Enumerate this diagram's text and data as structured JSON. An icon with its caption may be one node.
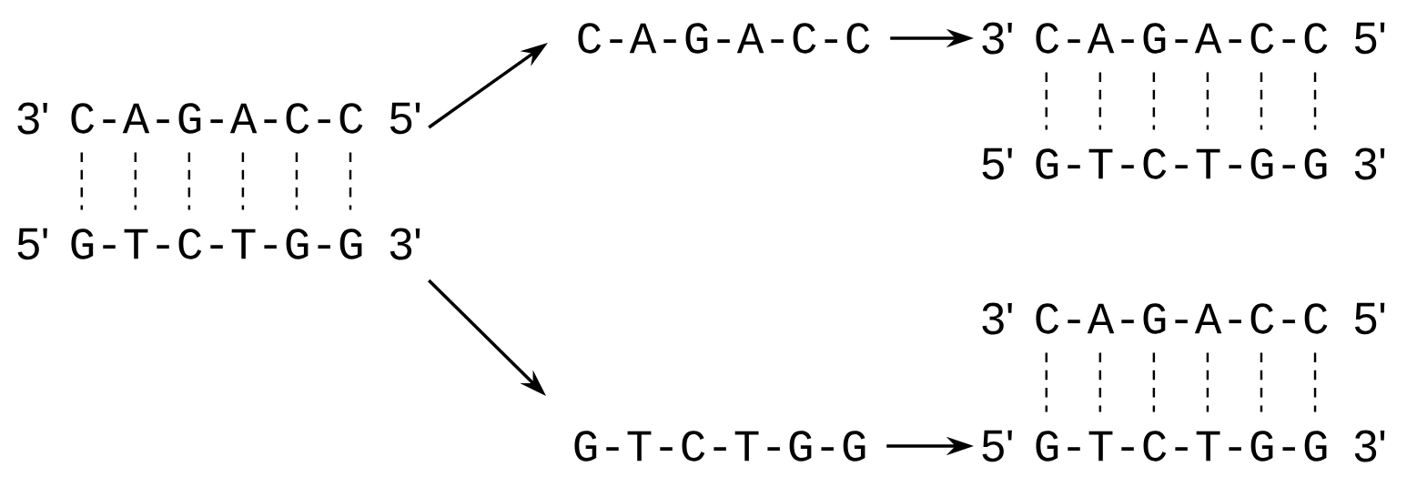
{
  "diagram": {
    "nodes": [
      {
        "text": [
          "C-A-G-A-C-C"
        ],
        "beside": [
          "3'",
          "5'"
        ]
      },
      {
        "text": [
          "G-T-C-T-G-G"
        ],
        "beside": [
          "5'",
          "3'"
        ]
      },
      {
        "text": [
          "C-A-G-A-C-C"
        ]
      },
      {
        "text": [
          "G-T-C-T-G-G"
        ]
      },
      {
        "text": [
          "C-A-G-A-C-C"
        ],
        "beside": [
          "3'",
          "5'"
        ]
      },
      {
        "text": [
          "G-T-C-T-G-G"
        ],
        "beside": [
          "5'",
          "3'"
        ]
      },
      {
        "text": [
          "C-A-G-A-C-C"
        ],
        "beside": [
          "3'",
          "5'"
        ]
      },
      {
        "text": [
          "G-T-C-T-G-G"
        ],
        "beside": [
          "5'",
          "3'"
        ]
      }
    ],
    "edges": [
      {
        "from": 0,
        "to": 2,
        "arrow": "to"
      },
      {
        "from": 1,
        "to": 3,
        "arrow": "to"
      },
      {
        "from": 2,
        "to": 4,
        "arrow": "to"
      },
      {
        "from": 3,
        "to": 7,
        "arrow": "to"
      },
      {
        "from": 0,
        "to": 1,
        "arrow": "none",
        "style": "dashed"
      },
      {
        "from": 0,
        "to": 1,
        "arrow": "none",
        "style": "dashed"
      },
      {
        "from": 0,
        "to": 1,
        "arrow": "none",
        "style": "dashed"
      },
      {
        "from": 0,
        "to": 1,
        "arrow": "none",
        "style": "dashed"
      },
      {
        "from": 0,
        "to": 1,
        "arrow": "none",
        "style": "dashed"
      },
      {
        "from": 0,
        "to": 1,
        "arrow": "none",
        "style": "dashed"
      },
      {
        "from": 4,
        "to": 5,
        "arrow": "none",
        "style": "dashed"
      },
      {
        "from": 4,
        "to": 5,
        "arrow": "none",
        "style": "dashed"
      },
      {
        "from": 4,
        "to": 5,
        "arrow": "none",
        "style": "dashed"
      },
      {
        "from": 4,
        "to": 5,
        "arrow": "none",
        "style": "dashed"
      },
      {
        "from": 4,
        "to": 5,
        "arrow": "none",
        "style": "dashed"
      },
      {
        "from": 4,
        "to": 5,
        "arrow": "none",
        "style": "dashed"
      },
      {
        "from": 6,
        "to": 7,
        "arrow": "none",
        "style": "dashed"
      },
      {
        "from": 6,
        "to": 7,
        "arrow": "none",
        "style": "dashed"
      },
      {
        "from": 6,
        "to": 7,
        "arrow": "none",
        "style": "dashed"
      },
      {
        "from": 6,
        "to": 7,
        "arrow": "none",
        "style": "dashed"
      },
      {
        "from": 6,
        "to": 7,
        "arrow": "none",
        "style": "dashed"
      },
      {
        "from": 6,
        "to": 7,
        "arrow": "none",
        "style": "dashed"
      }
    ]
  }
}
